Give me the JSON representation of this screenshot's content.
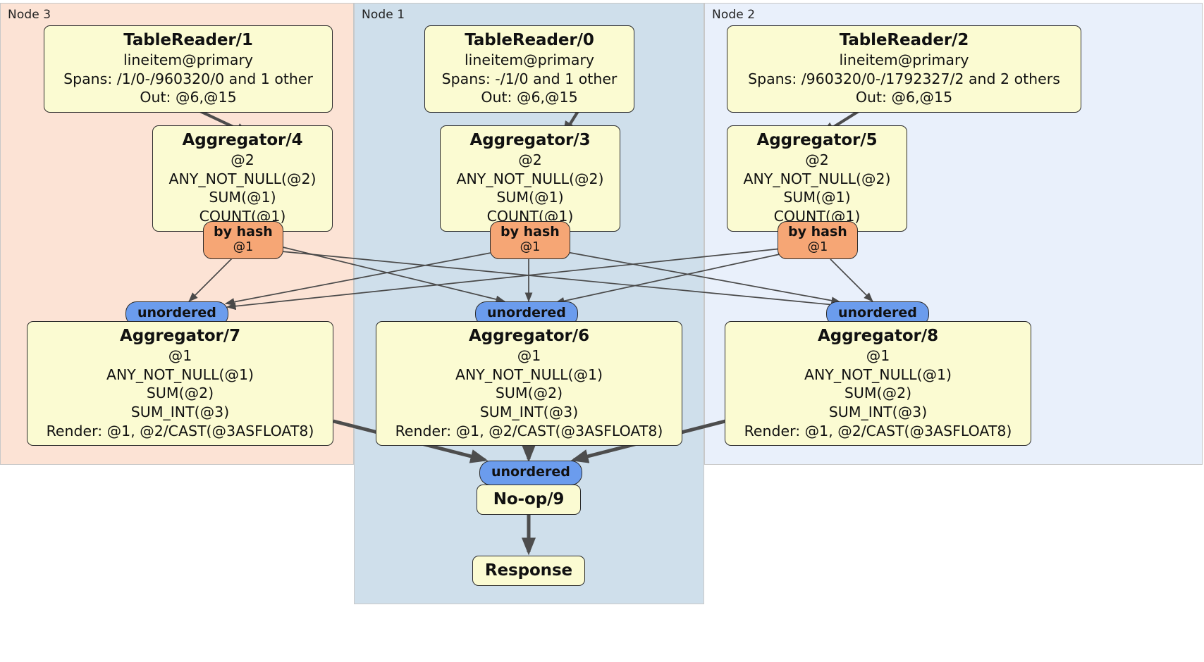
{
  "diagram": {
    "kind": "distsql-physical-plan",
    "colors": {
      "node3_bg": "#fce3d5",
      "node1_bg": "#cfdfeb",
      "node2_bg": "#e9f0fb",
      "box_fill": "#fbfbd2",
      "box_stroke": "#2b2b2b",
      "hash_router": "#f6a675",
      "sync_collector": "#6b9ced",
      "edge_thin": "#4a4a4a",
      "edge_thick": "#4d4d4d",
      "panel_border": "#c8c8c8"
    }
  },
  "nodes": [
    {
      "id": "node3",
      "label": "Node 3"
    },
    {
      "id": "node1",
      "label": "Node 1"
    },
    {
      "id": "node2",
      "label": "Node 2"
    }
  ],
  "processors": {
    "tablereader_1": {
      "title": "TableReader/1",
      "lines": [
        "lineitem@primary",
        "Spans: /1/0-/960320/0 and 1 other",
        "Out: @6,@15"
      ]
    },
    "tablereader_0": {
      "title": "TableReader/0",
      "lines": [
        "lineitem@primary",
        "Spans: -/1/0 and 1 other",
        "Out: @6,@15"
      ]
    },
    "tablereader_2": {
      "title": "TableReader/2",
      "lines": [
        "lineitem@primary",
        "Spans: /960320/0-/1792327/2 and 2 others",
        "Out: @6,@15"
      ]
    },
    "aggregator_4": {
      "title": "Aggregator/4",
      "lines": [
        "@2",
        "ANY_NOT_NULL(@2)",
        "SUM(@1)",
        "COUNT(@1)"
      ]
    },
    "aggregator_3": {
      "title": "Aggregator/3",
      "lines": [
        "@2",
        "ANY_NOT_NULL(@2)",
        "SUM(@1)",
        "COUNT(@1)"
      ]
    },
    "aggregator_5": {
      "title": "Aggregator/5",
      "lines": [
        "@2",
        "ANY_NOT_NULL(@2)",
        "SUM(@1)",
        "COUNT(@1)"
      ]
    },
    "aggregator_7": {
      "title": "Aggregator/7",
      "lines": [
        "@1",
        "ANY_NOT_NULL(@1)",
        "SUM(@2)",
        "SUM_INT(@3)",
        "Render: @1, @2/CAST(@3ASFLOAT8)"
      ]
    },
    "aggregator_6": {
      "title": "Aggregator/6",
      "lines": [
        "@1",
        "ANY_NOT_NULL(@1)",
        "SUM(@2)",
        "SUM_INT(@3)",
        "Render: @1, @2/CAST(@3ASFLOAT8)"
      ]
    },
    "aggregator_8": {
      "title": "Aggregator/8",
      "lines": [
        "@1",
        "ANY_NOT_NULL(@1)",
        "SUM(@2)",
        "SUM_INT(@3)",
        "Render: @1, @2/CAST(@3ASFLOAT8)"
      ]
    },
    "noop_9": {
      "title": "No-op/9",
      "lines": []
    },
    "response": {
      "title": "Response",
      "lines": []
    }
  },
  "routers": [
    {
      "id": "hash_node3",
      "type": "by hash",
      "column": "@1"
    },
    {
      "id": "hash_node1",
      "type": "by hash",
      "column": "@1"
    },
    {
      "id": "hash_node2",
      "type": "by hash",
      "column": "@1"
    }
  ],
  "collectors": [
    {
      "id": "sync_node3",
      "label": "unordered"
    },
    {
      "id": "sync_node1",
      "label": "unordered"
    },
    {
      "id": "sync_node2",
      "label": "unordered"
    },
    {
      "id": "sync_final",
      "label": "unordered"
    }
  ]
}
